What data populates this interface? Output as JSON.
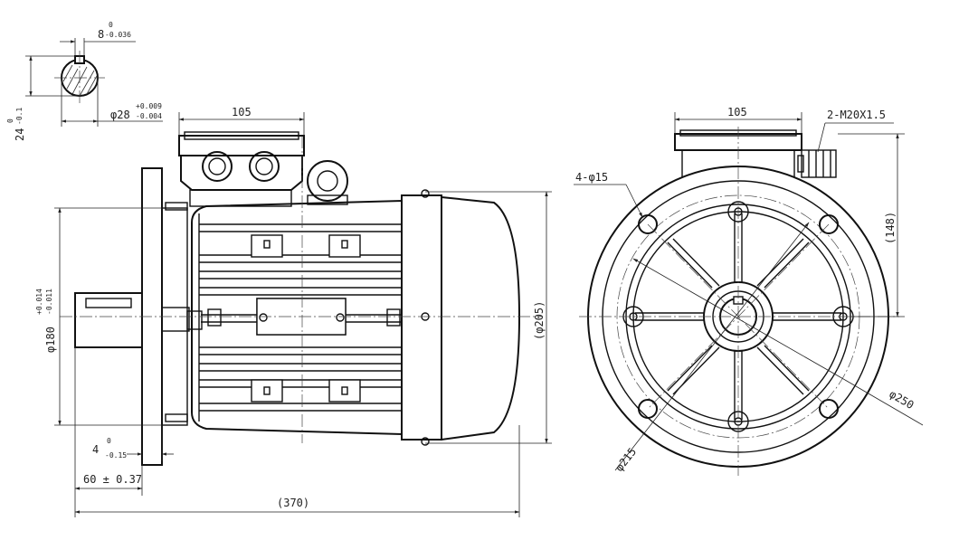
{
  "shaft_section": {
    "key_width": {
      "nominal": "8",
      "upper": "0",
      "lower": "-0.036"
    },
    "key_height": {
      "nominal": "24",
      "upper": "0",
      "lower": "-0.1"
    },
    "shaft_diameter": {
      "nominal": "φ28",
      "upper": "+0.009",
      "lower": "-0.004"
    }
  },
  "side_view": {
    "terminal_box_width": "105",
    "flange_spigot": {
      "nominal": "φ180",
      "upper": "+0.014",
      "lower": "-0.011"
    },
    "body_height": "(φ205)",
    "spigot_depth": {
      "nominal": "4",
      "upper": "0",
      "lower": "-0.15"
    },
    "shaft_length": "60 ± 0.37",
    "overall_length": "(370)"
  },
  "front_view": {
    "terminal_box_width": "105",
    "cable_glands": "2-M20X1.5",
    "flange_holes": "4-φ15",
    "height_to_box": "(148)",
    "flange_outer": "φ250",
    "pitch_circle": "φ215"
  }
}
